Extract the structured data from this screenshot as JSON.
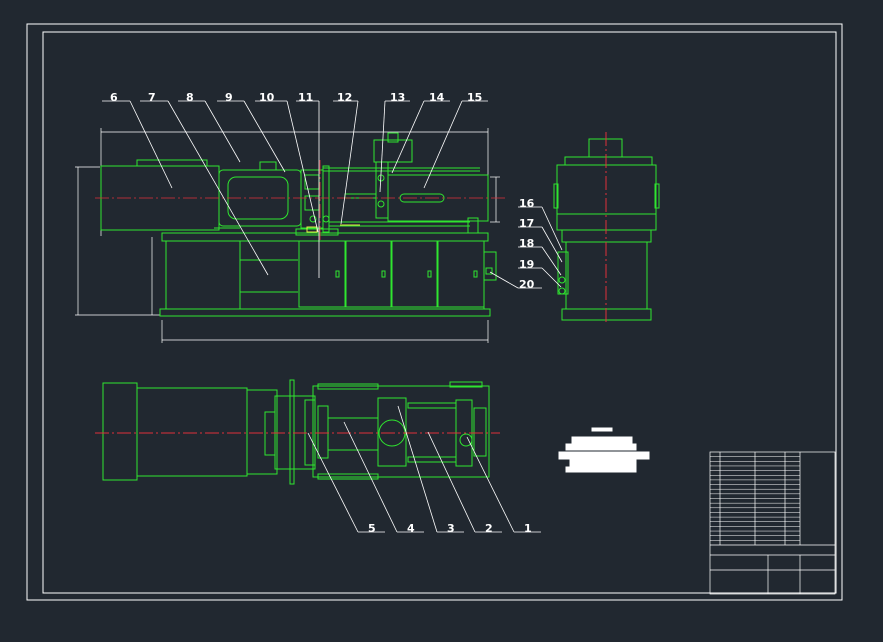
{
  "drawing": {
    "colors": {
      "background": "#212830",
      "frame": "#ffffff",
      "part": "#2fe62f",
      "centerline": "#e0303a",
      "dimension": "#ffffff",
      "leader": "#ffffff",
      "accent": "#e8e84a",
      "label": "#ffffff"
    },
    "callouts_front": [
      "6",
      "7",
      "8",
      "9",
      "10",
      "11",
      "12",
      "13",
      "14",
      "15"
    ],
    "callouts_side": [
      "16",
      "17",
      "18",
      "19",
      "20"
    ],
    "callouts_bottom": [
      "5",
      "4",
      "3",
      "2",
      "1"
    ]
  }
}
